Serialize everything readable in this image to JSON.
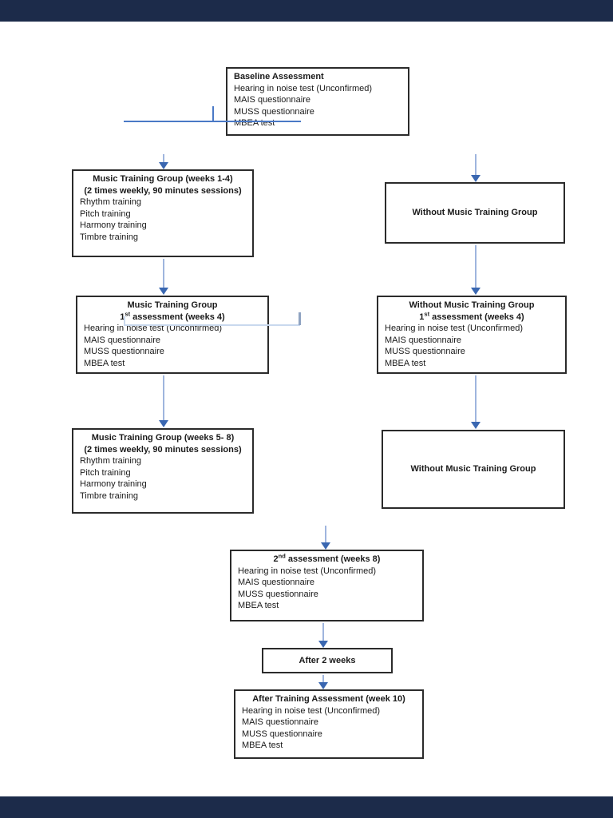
{
  "colors": {
    "viewer_bar": "#1c2b4a",
    "arrow_shaft": "#9fb5de",
    "arrow_head": "#3a67b1",
    "box_border": "#2b2b2b",
    "stray_blue": "#4a79c6",
    "stray_light": "#c9d9ee",
    "stray_gray": "#8fa3c2"
  },
  "boxes": {
    "baseline": {
      "title": "Baseline Assessment",
      "items": [
        "Hearing in noise test (Unconfirmed)",
        "MAIS questionnaire",
        "MUSS questionnaire",
        "MBEA test"
      ]
    },
    "mtg1": {
      "title": "Music Training Group (weeks 1-4)",
      "subtitle": "(2 times weekly, 90 minutes sessions)",
      "items": [
        "Rhythm training",
        "Pitch training",
        "Harmony training",
        "Timbre training"
      ]
    },
    "wmtg1": {
      "title": "Without Music Training Group"
    },
    "mtg_assess1": {
      "title": "Music Training Group",
      "assess": {
        "pre": "1",
        "sup": "st",
        "post": " assessment (weeks 4)"
      },
      "items": [
        "Hearing in noise test (Unconfirmed)",
        "MAIS questionnaire",
        "MUSS questionnaire",
        "MBEA test"
      ]
    },
    "wmtg_assess1": {
      "title": "Without Music Training Group",
      "assess": {
        "pre": "1",
        "sup": "st",
        "post": " assessment (weeks 4)"
      },
      "items": [
        "Hearing in noise test (Unconfirmed)",
        "MAIS questionnaire",
        "MUSS questionnaire",
        "MBEA test"
      ]
    },
    "mtg2": {
      "title": "Music Training Group (weeks 5- 8)",
      "subtitle": "(2 times weekly, 90 minutes sessions)",
      "items": [
        "Rhythm training",
        "Pitch training",
        "Harmony training",
        "Timbre training"
      ]
    },
    "wmtg2": {
      "title": "Without Music Training Group"
    },
    "assess2": {
      "assess": {
        "pre": "2",
        "sup": "nd",
        "post": " assessment (weeks 8)"
      },
      "items": [
        "Hearing in noise test (Unconfirmed)",
        "MAIS questionnaire",
        "MUSS questionnaire",
        "MBEA test"
      ]
    },
    "after2weeks": {
      "title": "After 2 weeks"
    },
    "after_training": {
      "title": "After Training Assessment (week 10)",
      "items": [
        "Hearing in noise test (Unconfirmed)",
        "MAIS questionnaire",
        "MUSS questionnaire",
        "MBEA test"
      ]
    }
  }
}
